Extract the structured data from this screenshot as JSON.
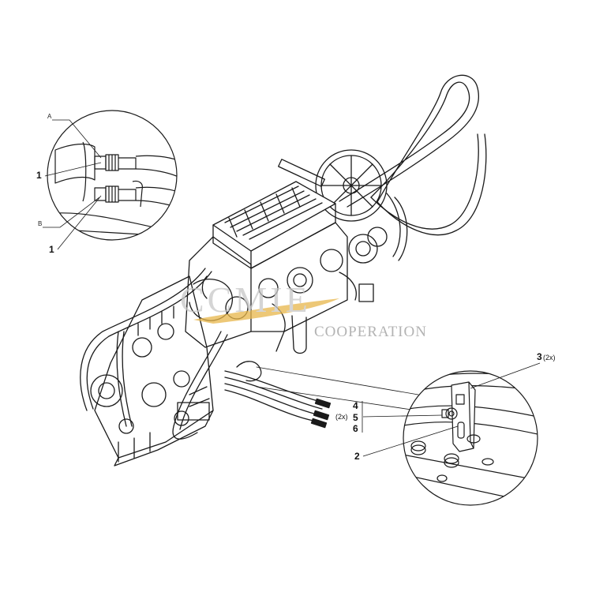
{
  "detail_a": {
    "letter_a": "A",
    "letter_b": "B",
    "callout_top": "1",
    "callout_bottom": "1"
  },
  "detail_b": {
    "callout_3": "3",
    "qty_3": "(2x)",
    "callout_4": "4",
    "callout_5": "5",
    "callout_6": "6",
    "qty_456": "(2x)",
    "callout_2": "2"
  },
  "watermark": {
    "brand": "CCMIE",
    "subtitle": "COOPERATION",
    "brand_color": "#c8c8c8",
    "swoosh_color": "#e8b64a"
  },
  "colors": {
    "line": "#1a1a1a",
    "background": "#ffffff"
  }
}
